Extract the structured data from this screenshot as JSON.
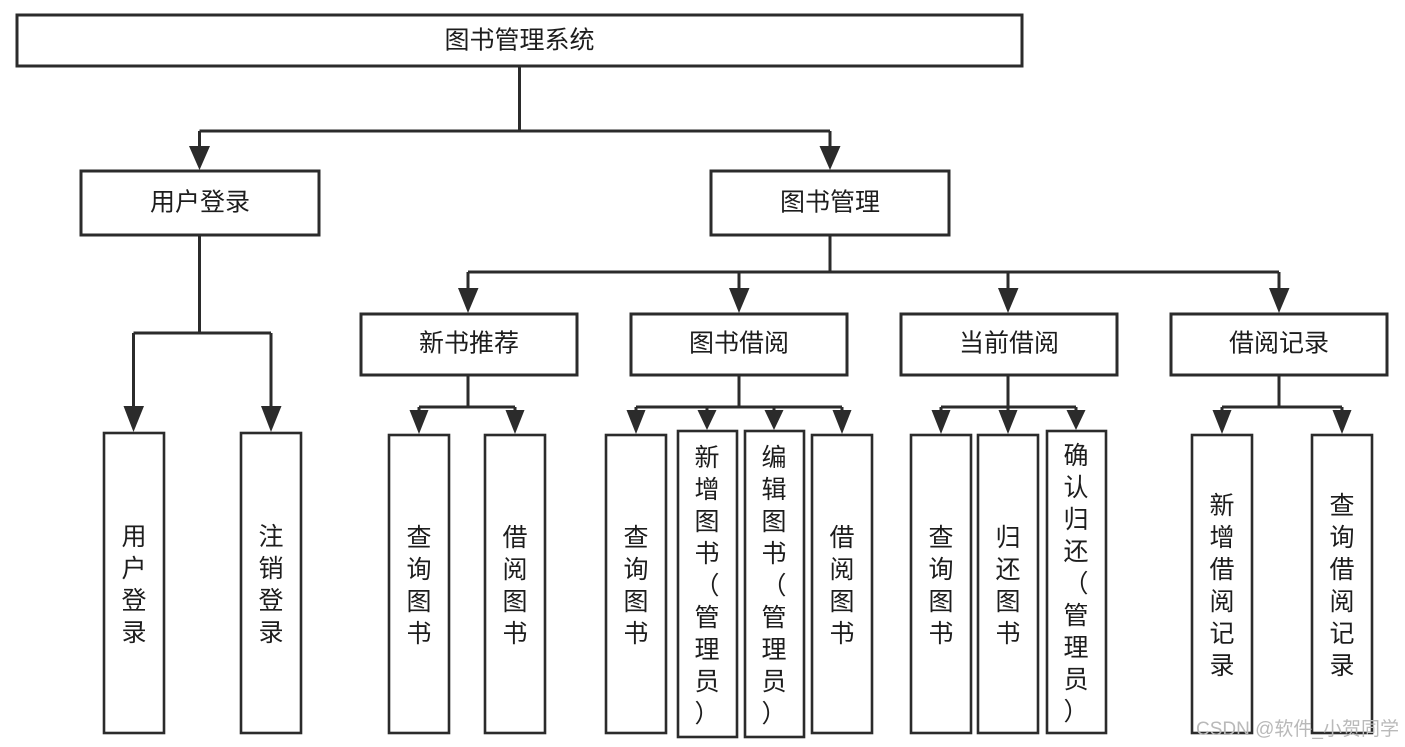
{
  "diagram": {
    "title": "图书管理系统",
    "type": "tree-hierarchy-chart",
    "root": {
      "id": "root",
      "label": "图书管理系统",
      "orientation": "horizontal"
    },
    "level2": [
      {
        "id": "user-login",
        "label": "用户登录",
        "orientation": "horizontal"
      },
      {
        "id": "book-manage",
        "label": "图书管理",
        "orientation": "horizontal"
      }
    ],
    "level3": [
      {
        "id": "new-book-recommend",
        "label": "新书推荐",
        "orientation": "horizontal",
        "parent": "book-manage"
      },
      {
        "id": "book-borrow",
        "label": "图书借阅",
        "orientation": "horizontal",
        "parent": "book-manage"
      },
      {
        "id": "current-borrow",
        "label": "当前借阅",
        "orientation": "horizontal",
        "parent": "book-manage"
      },
      {
        "id": "borrow-record",
        "label": "借阅记录",
        "orientation": "horizontal",
        "parent": "book-manage"
      }
    ],
    "leaves": [
      {
        "id": "leaf-user-login",
        "label": "用户登录",
        "parent": "user-login",
        "orientation": "vertical"
      },
      {
        "id": "leaf-logout",
        "label": "注销登录",
        "parent": "user-login",
        "orientation": "vertical"
      },
      {
        "id": "leaf-query-book-1",
        "label": "查询图书",
        "parent": "new-book-recommend",
        "orientation": "vertical"
      },
      {
        "id": "leaf-borrow-book-1",
        "label": "借阅图书",
        "parent": "new-book-recommend",
        "orientation": "vertical"
      },
      {
        "id": "leaf-query-book-2",
        "label": "查询图书",
        "parent": "book-borrow",
        "orientation": "vertical"
      },
      {
        "id": "leaf-add-book",
        "label": "新增图书（管理员）",
        "parent": "book-borrow",
        "orientation": "vertical"
      },
      {
        "id": "leaf-edit-book",
        "label": "编辑图书（管理员）",
        "parent": "book-borrow",
        "orientation": "vertical"
      },
      {
        "id": "leaf-borrow-book-2",
        "label": "借阅图书",
        "parent": "book-borrow",
        "orientation": "vertical"
      },
      {
        "id": "leaf-query-book-3",
        "label": "查询图书",
        "parent": "current-borrow",
        "orientation": "vertical"
      },
      {
        "id": "leaf-return-book",
        "label": "归还图书",
        "parent": "current-borrow",
        "orientation": "vertical"
      },
      {
        "id": "leaf-confirm-return",
        "label": "确认归还（管理员）",
        "parent": "current-borrow",
        "orientation": "vertical"
      },
      {
        "id": "leaf-add-record",
        "label": "新增借阅记录",
        "parent": "borrow-record",
        "orientation": "vertical"
      },
      {
        "id": "leaf-query-record",
        "label": "查询借阅记录",
        "parent": "borrow-record",
        "orientation": "vertical"
      }
    ]
  },
  "watermark": {
    "text": "CSDN @软件_小贺同学"
  },
  "colors": {
    "stroke": "#2b2b2b",
    "fill": "#ffffff",
    "text": "#1d1d1d",
    "watermark": "#b9b9b9"
  }
}
